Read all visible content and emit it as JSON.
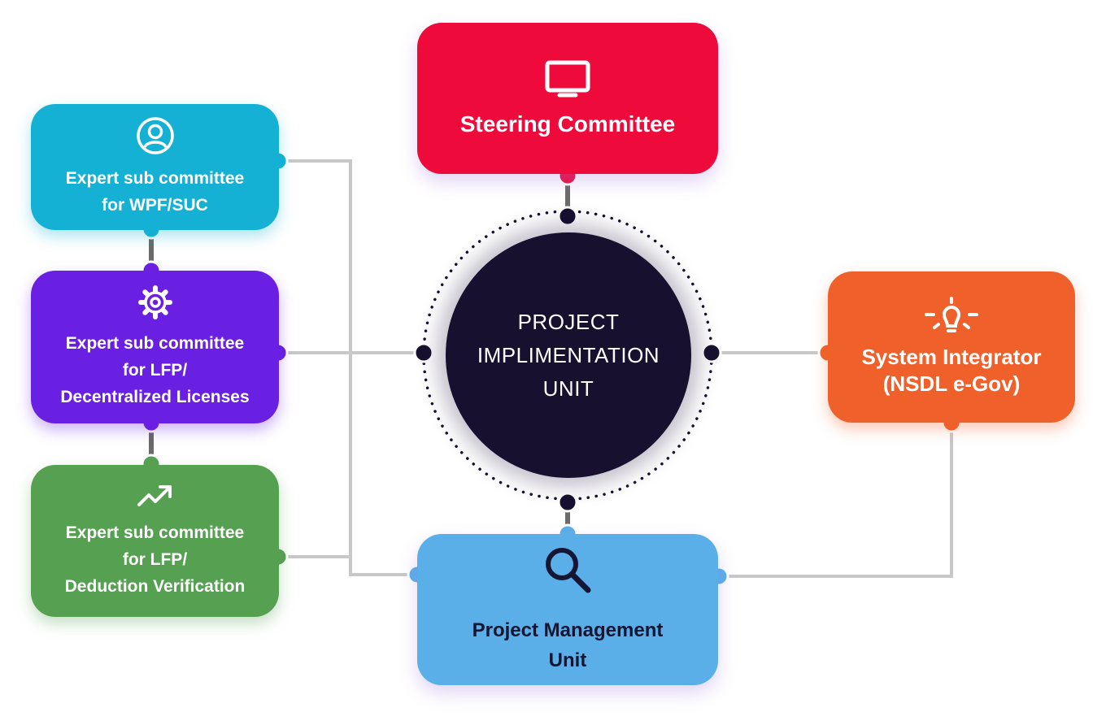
{
  "hub": {
    "lines": [
      "PROJECT",
      "IMPLIMENTATION",
      "UNIT"
    ]
  },
  "nodes": {
    "steering": {
      "lines": [
        "Steering Committee"
      ],
      "icon": "monitor-icon",
      "color": "#ee0a3a"
    },
    "wpf": {
      "lines": [
        "Expert sub committee",
        "for WPF/SUC"
      ],
      "icon": "user-icon",
      "color": "#14b1d4"
    },
    "lfp_decentralized": {
      "lines": [
        "Expert sub committee",
        "for LFP/",
        "Decentralized Licenses"
      ],
      "icon": "gear-icon",
      "color": "#6a20e3"
    },
    "lfp_deduction": {
      "lines": [
        "Expert sub committee",
        "for LFP/",
        "Deduction Verification"
      ],
      "icon": "trend-up-icon",
      "color": "#56a052"
    },
    "system_integrator": {
      "lines": [
        "System Integrator",
        "(NSDL e-Gov)"
      ],
      "icon": "lightbulb-icon",
      "color": "#f0602a"
    },
    "pmu": {
      "lines": [
        "Project Management",
        "Unit"
      ],
      "icon": "search-icon",
      "color": "#5aafe8"
    }
  },
  "colors": {
    "hub": "#17102f",
    "connector": "#c8c8c8",
    "dot_dark": "#17102f"
  }
}
